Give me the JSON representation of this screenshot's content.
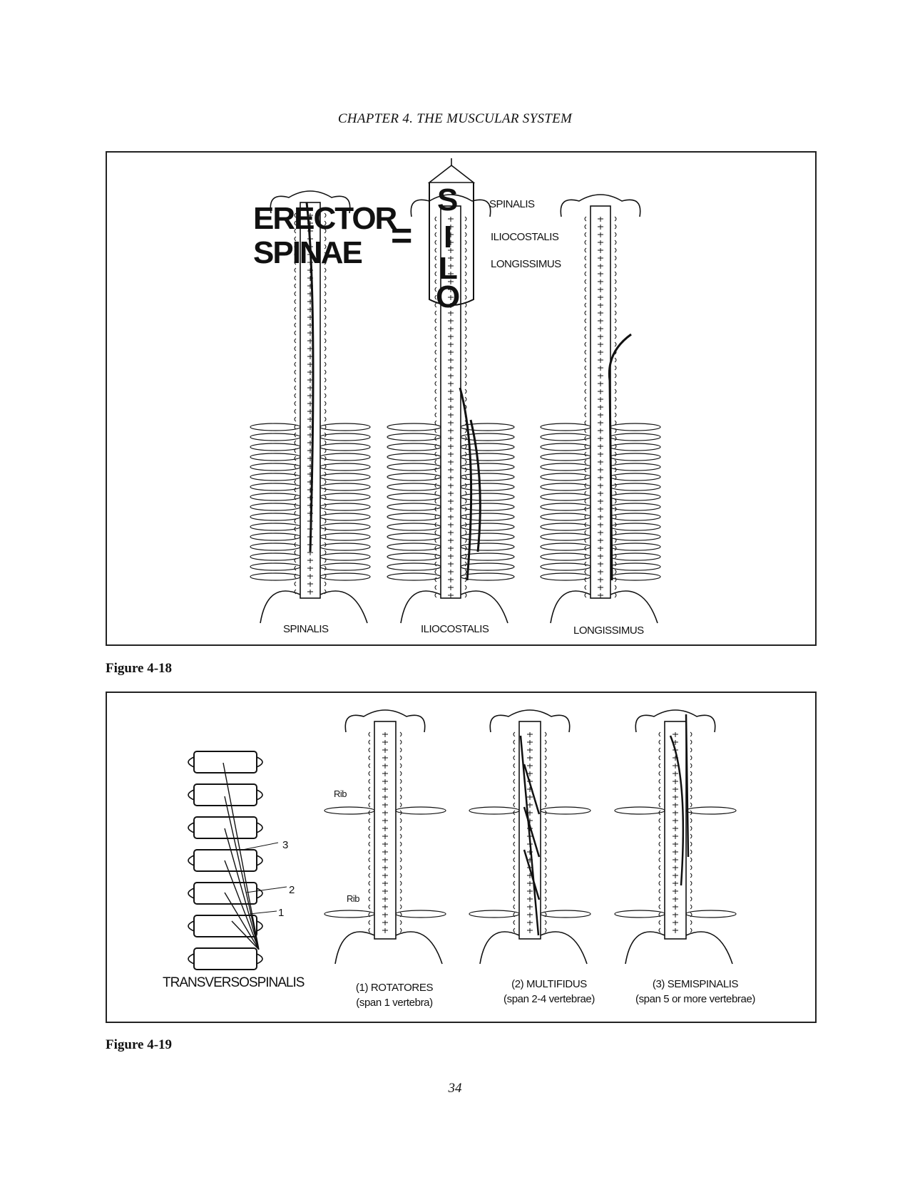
{
  "header": {
    "running_head": "CHAPTER 4.   THE MUSCULAR SYSTEM"
  },
  "figure_4_18": {
    "caption": "Figure 4-18",
    "title_line1": "ERECTOR",
    "title_line2": "SPINAE",
    "equals": "=",
    "silo_letters": [
      "S",
      "I",
      "L",
      "O"
    ],
    "silo_labels": [
      "SPINALIS",
      "ILIOCOSTALIS",
      "LONGISSIMUS"
    ],
    "panel_labels": [
      "SPINALIS",
      "ILIOCOSTALIS",
      "LONGISSIMUS"
    ]
  },
  "figure_4_19": {
    "caption": "Figure 4-19",
    "group_label": "TRANSVERSOSPINALIS",
    "numbers": [
      "3",
      "2",
      "1"
    ],
    "rib_label": "Rib",
    "panels": [
      {
        "name": "(1) ROTATORES",
        "span": "(span 1 vertebra)"
      },
      {
        "name": "(2) MULTIFIDUS",
        "span": "(span 2-4 vertebrae)"
      },
      {
        "name": "(3) SEMISPINALIS",
        "span": "(span 5 or more vertebrae)"
      }
    ]
  },
  "footer": {
    "page_number": "34"
  }
}
